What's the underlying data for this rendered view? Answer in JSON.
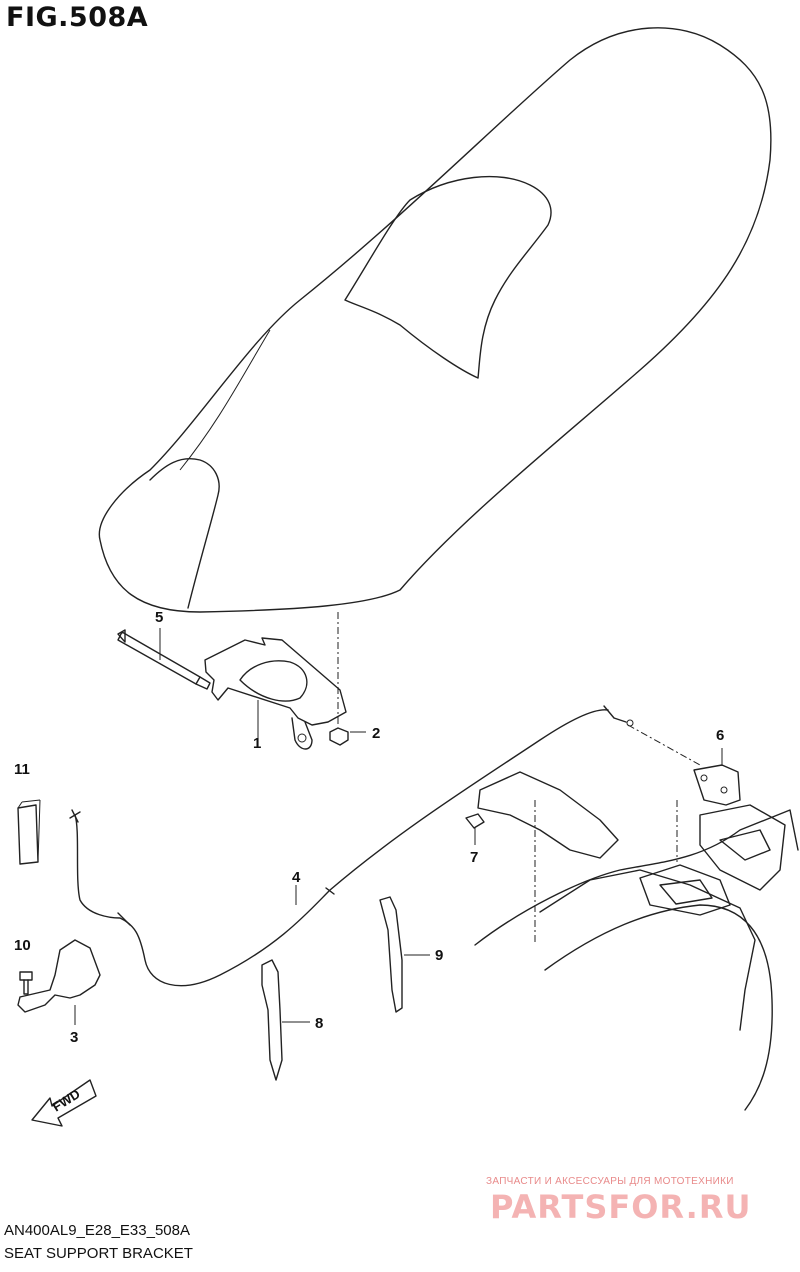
{
  "figure": {
    "title": "FIG.508A",
    "model_code": "AN400AL9_E28_E33_508A",
    "caption": "SEAT SUPPORT BRACKET"
  },
  "callouts": [
    {
      "key": "c1",
      "label": "1"
    },
    {
      "key": "c2",
      "label": "2"
    },
    {
      "key": "c3",
      "label": "3"
    },
    {
      "key": "c4",
      "label": "4"
    },
    {
      "key": "c5",
      "label": "5"
    },
    {
      "key": "c6",
      "label": "6"
    },
    {
      "key": "c7",
      "label": "7"
    },
    {
      "key": "c8",
      "label": "8"
    },
    {
      "key": "c9",
      "label": "9"
    },
    {
      "key": "c10",
      "label": "10"
    },
    {
      "key": "c11",
      "label": "11"
    }
  ],
  "fwd_arrow": {
    "label": "FWD"
  },
  "watermark": {
    "line1": "ЗАПЧАСТИ И АКСЕССУАРЫ ДЛЯ МОТОТЕХНИКИ",
    "brand": "PARTSFOR.RU",
    "color": "#f4b3b3"
  }
}
